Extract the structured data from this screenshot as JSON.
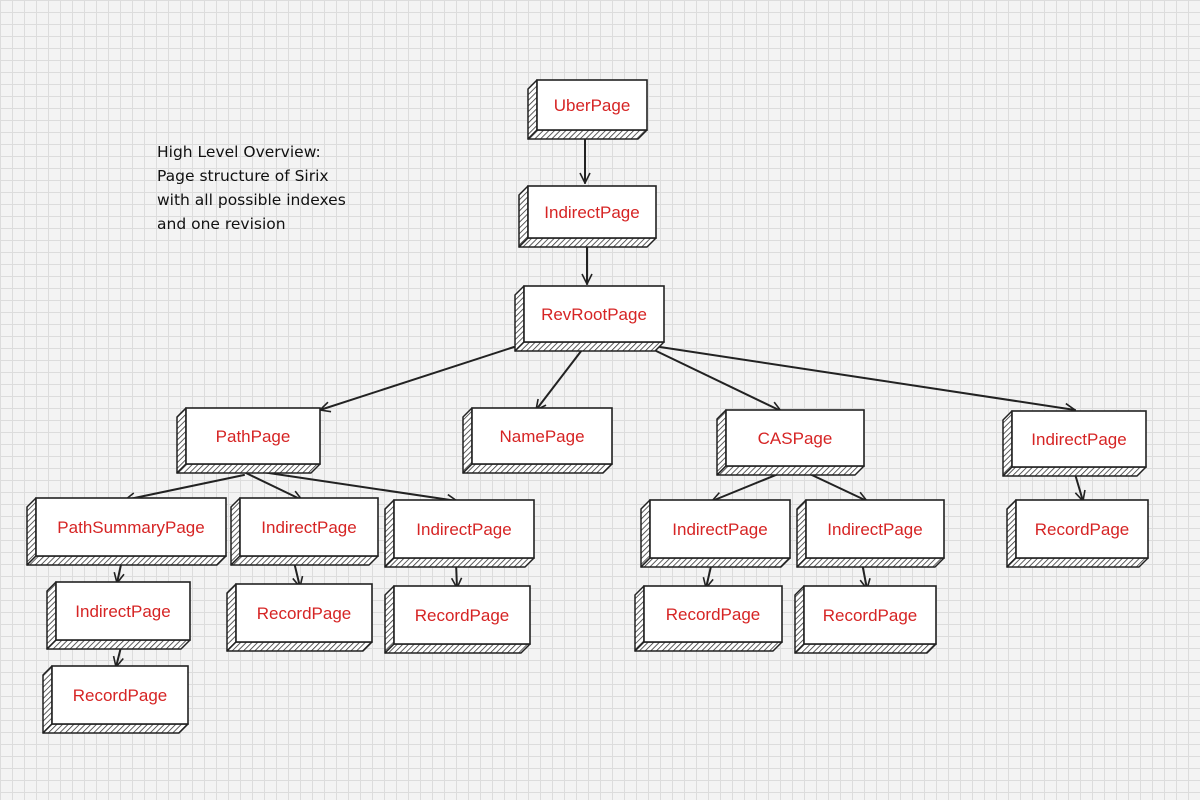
{
  "overview": [
    "High Level Overview:",
    "Page structure of Sirix",
    "with all possible indexes",
    "and one revision"
  ],
  "colors": {
    "label": "#d62424",
    "stroke": "#222222",
    "box": "#ffffff"
  },
  "nodes": [
    {
      "id": "uber",
      "label": "UberPage"
    },
    {
      "id": "indirect-top",
      "label": "IndirectPage"
    },
    {
      "id": "revroot",
      "label": "RevRootPage"
    },
    {
      "id": "path",
      "label": "PathPage"
    },
    {
      "id": "name",
      "label": "NamePage"
    },
    {
      "id": "cas",
      "label": "CASPage"
    },
    {
      "id": "indirect-right",
      "label": "IndirectPage"
    },
    {
      "id": "pathsummary",
      "label": "PathSummaryPage"
    },
    {
      "id": "path-indirect-1",
      "label": "IndirectPage"
    },
    {
      "id": "path-indirect-2",
      "label": "IndirectPage"
    },
    {
      "id": "cas-indirect-1",
      "label": "IndirectPage"
    },
    {
      "id": "cas-indirect-2",
      "label": "IndirectPage"
    },
    {
      "id": "record-right",
      "label": "RecordPage"
    },
    {
      "id": "ps-indirect",
      "label": "IndirectPage"
    },
    {
      "id": "path-record-1",
      "label": "RecordPage"
    },
    {
      "id": "path-record-2",
      "label": "RecordPage"
    },
    {
      "id": "cas-record-1",
      "label": "RecordPage"
    },
    {
      "id": "cas-record-2",
      "label": "RecordPage"
    },
    {
      "id": "ps-record",
      "label": "RecordPage"
    }
  ],
  "edges": [
    {
      "from": "uber",
      "to": "indirect-top"
    },
    {
      "from": "indirect-top",
      "to": "revroot"
    },
    {
      "from": "revroot",
      "to": "path"
    },
    {
      "from": "revroot",
      "to": "name"
    },
    {
      "from": "revroot",
      "to": "cas"
    },
    {
      "from": "revroot",
      "to": "indirect-right"
    },
    {
      "from": "path",
      "to": "pathsummary"
    },
    {
      "from": "path",
      "to": "path-indirect-1"
    },
    {
      "from": "path",
      "to": "path-indirect-2"
    },
    {
      "from": "cas",
      "to": "cas-indirect-1"
    },
    {
      "from": "cas",
      "to": "cas-indirect-2"
    },
    {
      "from": "indirect-right",
      "to": "record-right"
    },
    {
      "from": "pathsummary",
      "to": "ps-indirect"
    },
    {
      "from": "ps-indirect",
      "to": "ps-record"
    },
    {
      "from": "path-indirect-1",
      "to": "path-record-1"
    },
    {
      "from": "path-indirect-2",
      "to": "path-record-2"
    },
    {
      "from": "cas-indirect-1",
      "to": "cas-record-1"
    },
    {
      "from": "cas-indirect-2",
      "to": "cas-record-2"
    }
  ]
}
